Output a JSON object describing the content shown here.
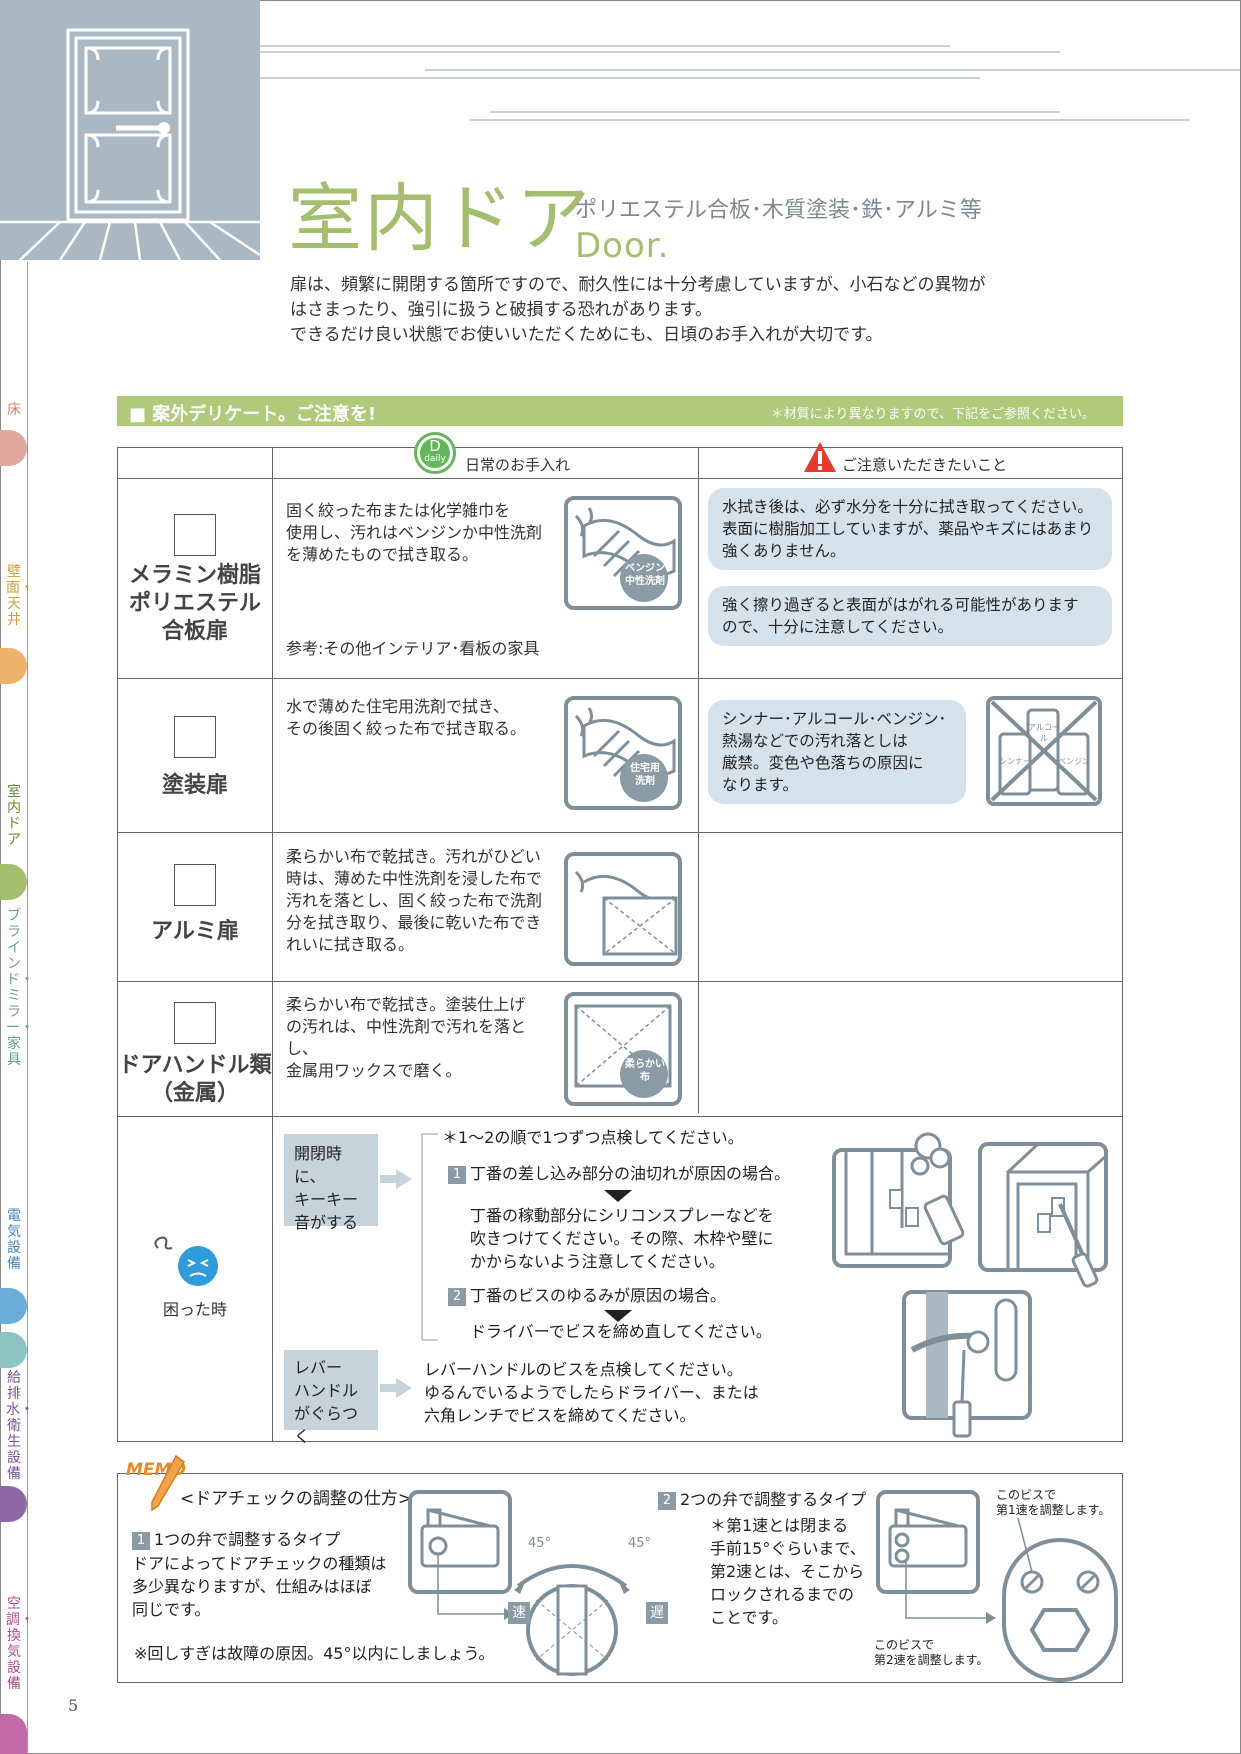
{
  "side_tabs": [
    {
      "label": "床",
      "color": "#e0a79c",
      "text_color": "#c9856f"
    },
    {
      "label": "壁面・天井",
      "color": "#eeb26c",
      "text_color": "#c9a040"
    },
    {
      "label": "室内ドア",
      "color": "#a3bf6e",
      "text_color": "#6b8a3a"
    },
    {
      "label": "ブラインド・ミラー・家具",
      "color": "#8dc3c0",
      "text_color": "#6a9e9a"
    },
    {
      "label": "電気設備",
      "color": "#6aaed8",
      "text_color": "#4a88b8"
    },
    {
      "label": "給排水・衛生設備",
      "color": "#8d6aa5",
      "text_color": "#7a5a95"
    },
    {
      "label": "空調・換気設備",
      "color": "#c56aa8",
      "text_color": "#b0508f"
    }
  ],
  "header": {
    "title": "室内ドア",
    "subtitle": "ポリエステル合板･木質塗装･鉄･アルミ等",
    "title_en": "Door.",
    "intro": [
      "扉は、頻繁に開閉する箇所ですので、耐久性には十分考慮していますが、小石などの異物が",
      "はさまったり、強引に扱うと破損する恐れがあります。",
      "できるだけ良い状態でお使いいただくためにも、日頃のお手入れが大切です。"
    ]
  },
  "notice_bar": {
    "title": "■ 案外デリケート。ご注意を!",
    "note": "＊材質により異なりますので、下記をご参照ください。"
  },
  "table": {
    "daily_badge": {
      "letter": "D",
      "word": "daily"
    },
    "col_daily": "日常のお手入れ",
    "col_caution": "ご注意いただきたいこと",
    "rows": [
      {
        "label": [
          "メラミン樹脂",
          "ポリエステル",
          "合板扉"
        ],
        "care": [
          "固く絞った布または化学雑巾を",
          "使用し、汚れはベンジンか中性洗剤",
          "を薄めたもので拭き取る。"
        ],
        "reference": "参考:その他インテリア･看板の家具",
        "icon_label": [
          "ベンジン",
          "中性洗剤"
        ],
        "notes": [
          [
            "水拭き後は、必ず水分を十分に拭き取ってください。",
            "表面に樹脂加工していますが、薬品やキズにはあまり",
            "強くありません。"
          ],
          [
            "強く擦り過ぎると表面がはがれる可能性があります",
            "ので、十分に注意してください。"
          ]
        ]
      },
      {
        "label": [
          "塗装扉"
        ],
        "care": [
          "水で薄めた住宅用洗剤で拭き、",
          "その後固く絞った布で拭き取る。"
        ],
        "icon_label": [
          "住宅用",
          "洗剤"
        ],
        "notes": [
          [
            "シンナー･アルコール･ベンジン･",
            "熱湯などでの汚れ落としは",
            "厳禁。変色や色落ちの原因に",
            "なります。"
          ]
        ],
        "bottle_labels": [
          "アルコール",
          "シンナー",
          "ベンジン"
        ]
      },
      {
        "label": [
          "アルミ扉"
        ],
        "care": [
          "柔らかい布で乾拭き。汚れがひどい",
          "時は、薄めた中性洗剤を浸した布で",
          "汚れを落とし、固く絞った布で洗剤",
          "分を拭き取り、最後に乾いた布でき",
          "れいに拭き取る。"
        ]
      },
      {
        "label": [
          "ドアハンドル類",
          "（金属）"
        ],
        "care": [
          "柔らかい布で乾拭き。塗装仕上げ",
          "の汚れは、中性洗剤で汚れを落とし、",
          "金属用ワックスで磨く。"
        ],
        "icon_label": [
          "柔らかい",
          "布"
        ]
      }
    ],
    "trouble": {
      "label": "困った時",
      "case1": {
        "symptom": [
          "開閉時に、",
          "キーキー",
          "音がする"
        ],
        "intro": "＊1〜2の順で1つずつ点検してください。",
        "step1_num": "1",
        "step1": "丁番の差し込み部分の油切れが原因の場合。",
        "step1_fix": [
          "丁番の稼動部分にシリコンスプレーなどを",
          "吹きつけてください。その際、木枠や壁に",
          "かからないよう注意してください。"
        ],
        "step2_num": "2",
        "step2": "丁番のビスのゆるみが原因の場合。",
        "step2_fix": "ドライバーでビスを締め直してください。"
      },
      "case2": {
        "symptom": [
          "レバー",
          "ハンドル",
          "がぐらつく"
        ],
        "fix": [
          "レバーハンドルのビスを点検してください。",
          "ゆるんでいるようでしたらドライバー、または",
          "六角レンチでビスを締めてください。"
        ]
      }
    }
  },
  "memo": {
    "badge": "MEMO",
    "title": "<ドアチェックの調整の仕方>",
    "type1_num": "1",
    "type1_title": "1つの弁で調整するタイプ",
    "type1_body": [
      "ドアによってドアチェックの種類は",
      "多少異なりますが、仕組みはほぼ",
      "同じです。"
    ],
    "type1_warning": "※回しすぎは故障の原因。45°以内にしましょう。",
    "angle_left": "45°",
    "angle_right": "45°",
    "fast": "速",
    "slow": "遅",
    "type2_num": "2",
    "type2_title": "2つの弁で調整するタイプ",
    "type2_body": [
      "＊第1速とは閉まる",
      "手前15°ぐらいまで、",
      "第2速とは、そこから",
      "ロックされるまでの",
      "ことです。"
    ],
    "screw1_note": [
      "このビスで",
      "第1速を調整します。"
    ],
    "screw2_note": [
      "このビスで",
      "第2速を調整します。"
    ]
  },
  "page_number": "5",
  "colors": {
    "green": "#a3bf6e",
    "greenbar": "#b1c97a",
    "gray_blue": "#a9b8c2",
    "bubble": "#d6e2eb",
    "line": "#8a9ba6"
  }
}
